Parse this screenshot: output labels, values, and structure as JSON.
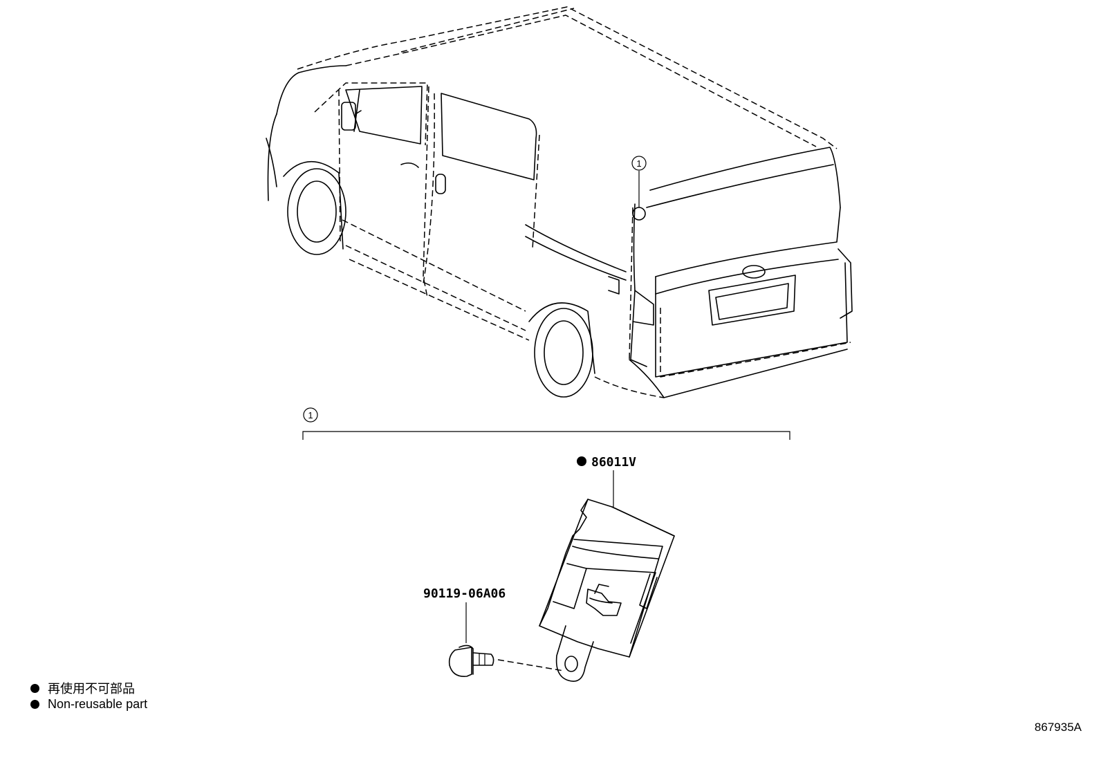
{
  "callouts": {
    "location_marker": "1",
    "group_bracket": "1"
  },
  "parts": [
    {
      "number": "86011V",
      "non_reusable": true
    },
    {
      "number": "90119-06A06",
      "non_reusable": false
    }
  ],
  "legend": {
    "japanese": "再使用不可部品",
    "english": "Non-reusable part"
  },
  "illustration_id": "867935A"
}
